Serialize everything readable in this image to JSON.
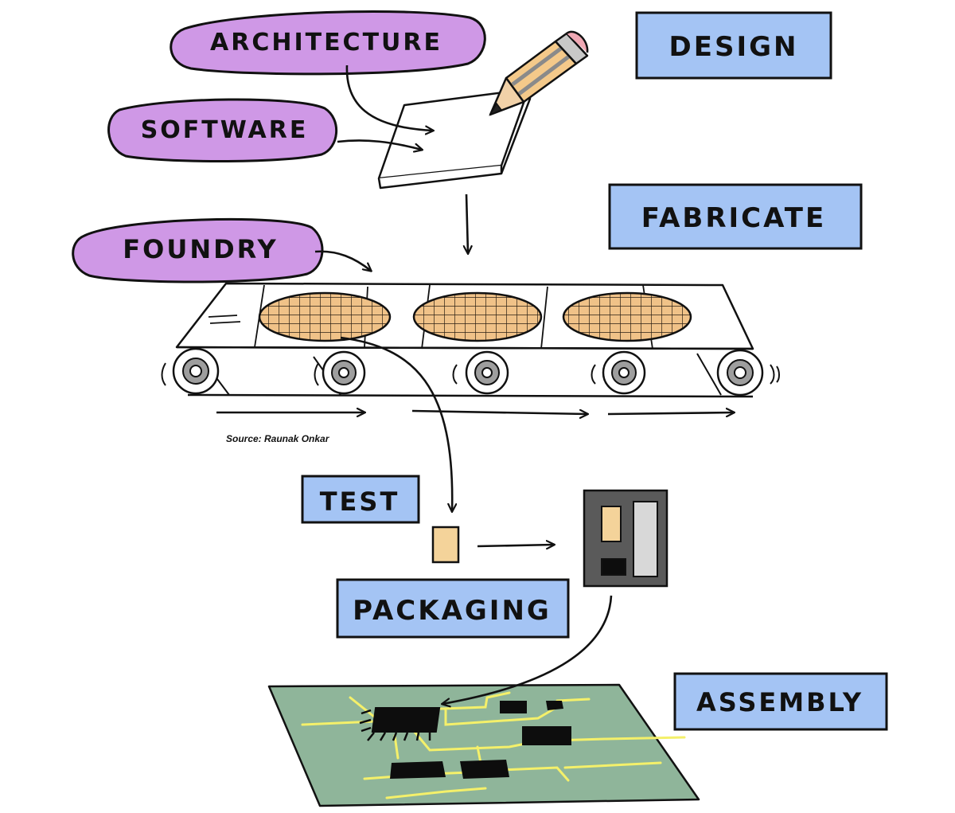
{
  "stages": {
    "design": "DESIGN",
    "fabricate": "FABRICATE",
    "test": "TEST",
    "packaging": "PACKAGING",
    "assembly": "ASSEMBLY"
  },
  "inputs": {
    "architecture": "ARCHITECTURE",
    "software": "SOFTWARE",
    "foundry": "FOUNDRY"
  },
  "source": "Source: Raunak Onkar",
  "colors": {
    "stage_box": "#a4c4f4",
    "input_bubble": "#cf98e6",
    "wafer": "#f0c288",
    "board": "#8fb59a",
    "trace": "#f4f06a",
    "chip": "#0d0d0d",
    "package_body": "#5a5a5a",
    "die": "#f4d39a",
    "roller_ring": "#9e9e9e"
  },
  "icons": [
    "pencil-icon",
    "paper-sheet-icon",
    "conveyor-belt-icon",
    "wafer-icon",
    "die-icon",
    "chip-package-icon",
    "circuit-board-icon"
  ]
}
